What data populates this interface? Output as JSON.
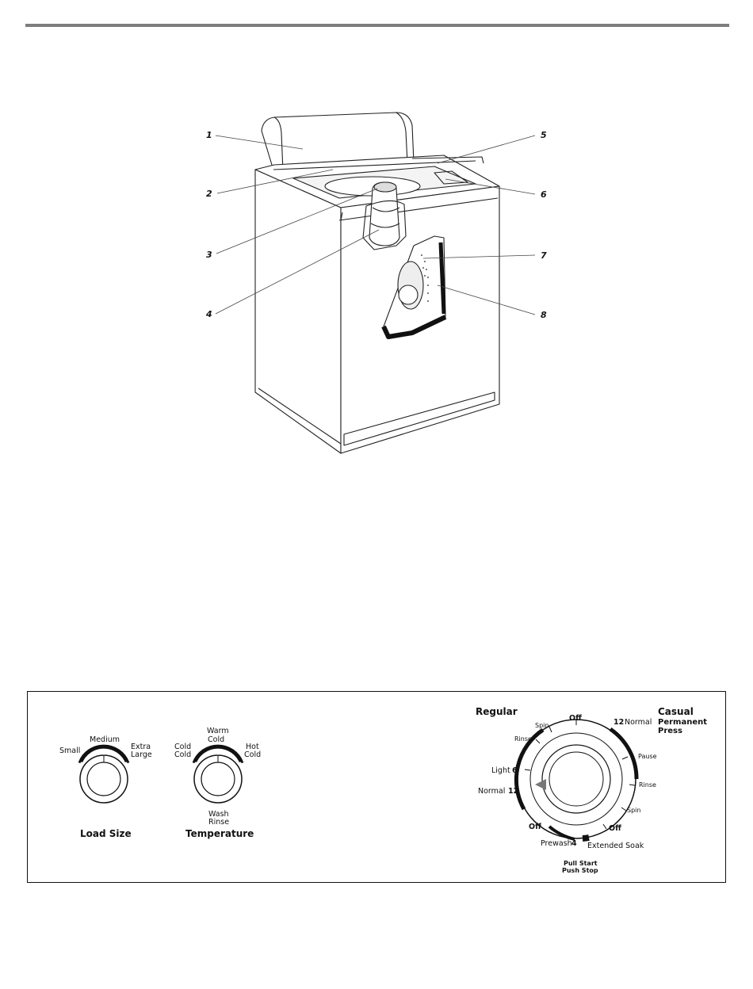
{
  "callouts": [
    "1",
    "2",
    "3",
    "4",
    "5",
    "6",
    "7",
    "8"
  ],
  "load_size": {
    "title": "Load Size",
    "small": "Small",
    "medium": "Medium",
    "extra": "Extra",
    "large": "Large"
  },
  "temperature": {
    "title": "Temperature",
    "warm": "Warm",
    "cold_top": "Cold",
    "cold1": "Cold",
    "cold2": "Cold",
    "hot": "Hot",
    "hot_cold": "Cold",
    "wash": "Wash",
    "rinse": "Rinse"
  },
  "cycle": {
    "regular": "Regular",
    "casual": "Casual",
    "permanent": "Permanent",
    "press": "Press",
    "off_top": "Off",
    "spin_left": "Spin",
    "rinse_left": "Rinse",
    "light": "Light",
    "light_num": "6",
    "normal": "Normal",
    "normal_num": "12",
    "off_left": "Off",
    "prewash": "Prewash",
    "prewash_num": "4",
    "normal_right_num": "12",
    "normal_right": "Normal",
    "pause": "Pause",
    "rinse_right": "Rinse",
    "spin_right": "Spin",
    "off_right": "Off",
    "extended_soak": "Extended Soak",
    "pull_start": "Pull Start",
    "push_stop": "Push Stop"
  }
}
